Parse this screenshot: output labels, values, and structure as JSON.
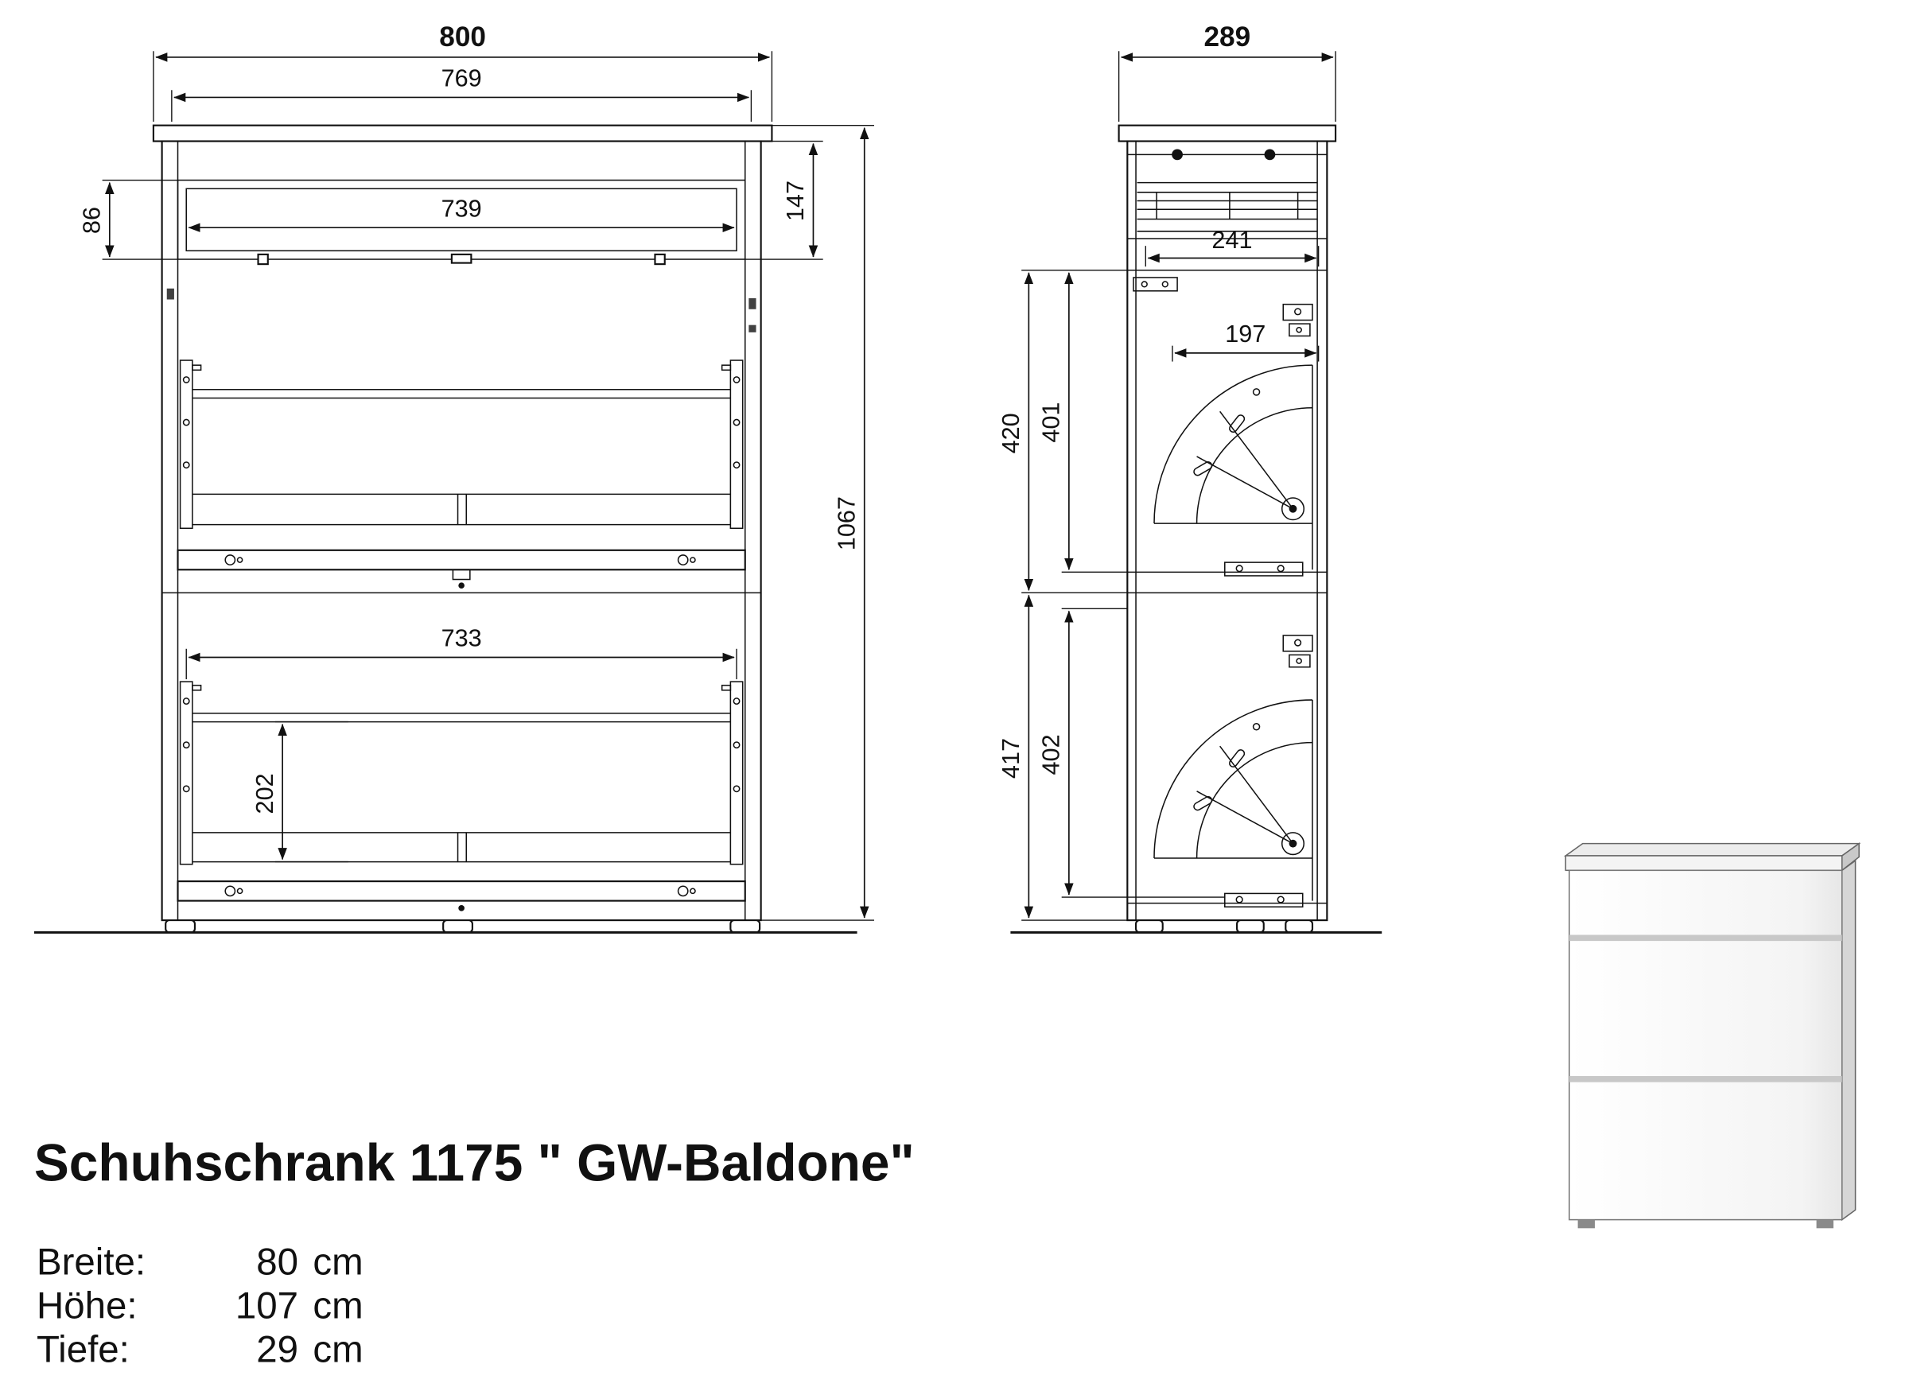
{
  "product": {
    "title": "Schuhschrank 1175 \" GW-Baldone\"",
    "specs": [
      {
        "label": "Breite:",
        "number": "80",
        "unit": "cm"
      },
      {
        "label": "Höhe:",
        "number": "107",
        "unit": "cm"
      },
      {
        "label": "Tiefe:",
        "number": "29",
        "unit": "cm"
      }
    ]
  },
  "front_view": {
    "dimensions": {
      "overall_width": "800",
      "inner_width": "769",
      "top_opening_width": "739",
      "top_opening_height": "86",
      "top_section_height": "147",
      "overall_height": "1067",
      "lower_opening_width": "733",
      "lower_shelf_height": "202"
    }
  },
  "side_view": {
    "dimensions": {
      "overall_depth": "289",
      "drawer_inner_depth": "241",
      "flap_inner_depth": "197",
      "upper_compartment_height": "420",
      "upper_flap_height": "401",
      "lower_compartment_height": "417",
      "lower_flap_height": "402"
    }
  }
}
